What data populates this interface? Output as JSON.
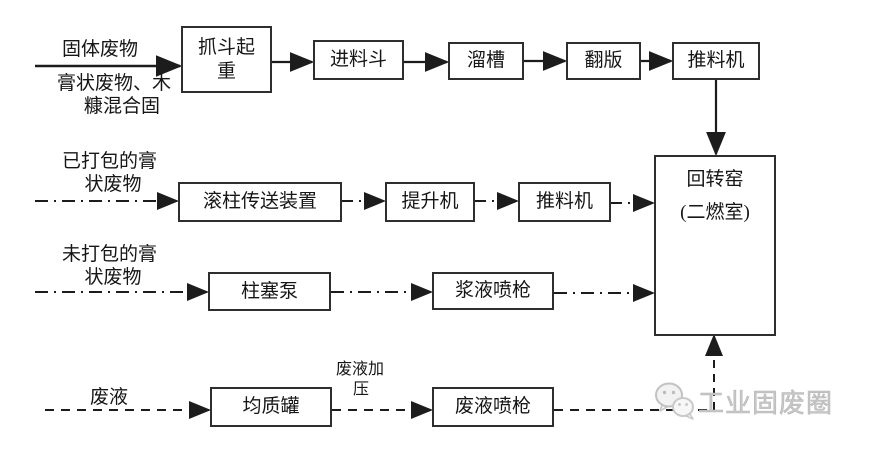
{
  "canvas": {
    "background": "#ffffff",
    "line_color": "#1c1c1c",
    "watermark_color": "#c8c8c8"
  },
  "nodes": {
    "grab_crane": {
      "line1": "抓斗起",
      "line2": "重"
    },
    "feed_hopper": {
      "label": "进料斗"
    },
    "chute": {
      "label": "溜槽"
    },
    "flip_plate": {
      "label": "翻版"
    },
    "pusher_top": {
      "label": "推料机"
    },
    "roller_conveyor": {
      "label": "滚柱传送装置"
    },
    "elevator": {
      "label": "提升机"
    },
    "pusher_mid": {
      "label": "推料机"
    },
    "plunger_pump": {
      "label": "柱塞泵"
    },
    "slurry_spray_gun": {
      "label": "浆液喷枪"
    },
    "homogenizing_tank": {
      "label": "均质罐"
    },
    "waste_liquid_spray_gun": {
      "label": "废液喷枪"
    },
    "rotary_kiln": {
      "line1": "回转窑",
      "line2": "(二燃室)"
    }
  },
  "stream_labels": {
    "solid_waste": "固体废物",
    "paste_wood_mix_line1": "膏状废物、木",
    "paste_wood_mix_line2": "糠混合固",
    "packed_paste_line1": "已打包的膏",
    "packed_paste_line2": "状废物",
    "unpacked_paste_line1": "未打包的膏",
    "unpacked_paste_line2": "状废物",
    "waste_liquid": "废液",
    "pressurize_line1": "废液加",
    "pressurize_line2": "压"
  },
  "watermark": {
    "text": "工业固废圈"
  },
  "edges": [
    {
      "from": "固体废物 / 膏状废物、木糠混合固",
      "to": "抓斗起重",
      "style": "solid"
    },
    {
      "from": "抓斗起重",
      "to": "进料斗",
      "style": "solid"
    },
    {
      "from": "进料斗",
      "to": "溜槽",
      "style": "solid"
    },
    {
      "from": "溜槽",
      "to": "翻版",
      "style": "solid"
    },
    {
      "from": "翻版",
      "to": "推料机",
      "style": "solid"
    },
    {
      "from": "推料机",
      "to": "回转窑(二燃室)",
      "style": "solid"
    },
    {
      "from": "已打包的膏状废物",
      "to": "滚柱传送装置",
      "style": "dash-dot"
    },
    {
      "from": "滚柱传送装置",
      "to": "提升机",
      "style": "dash-dot"
    },
    {
      "from": "提升机",
      "to": "推料机",
      "style": "dash-dot"
    },
    {
      "from": "推料机",
      "to": "回转窑(二燃室)",
      "style": "dash-dot"
    },
    {
      "from": "未打包的膏状废物",
      "to": "柱塞泵",
      "style": "dash-dot"
    },
    {
      "from": "柱塞泵",
      "to": "浆液喷枪",
      "style": "dash-dot"
    },
    {
      "from": "浆液喷枪",
      "to": "回转窑(二燃室)",
      "style": "dash-dot"
    },
    {
      "from": "废液",
      "to": "均质罐",
      "style": "dashed"
    },
    {
      "from": "均质罐",
      "to": "废液喷枪",
      "style": "dashed",
      "label": "废液加压"
    },
    {
      "from": "废液喷枪",
      "to": "回转窑(二燃室)",
      "style": "dashed"
    }
  ]
}
